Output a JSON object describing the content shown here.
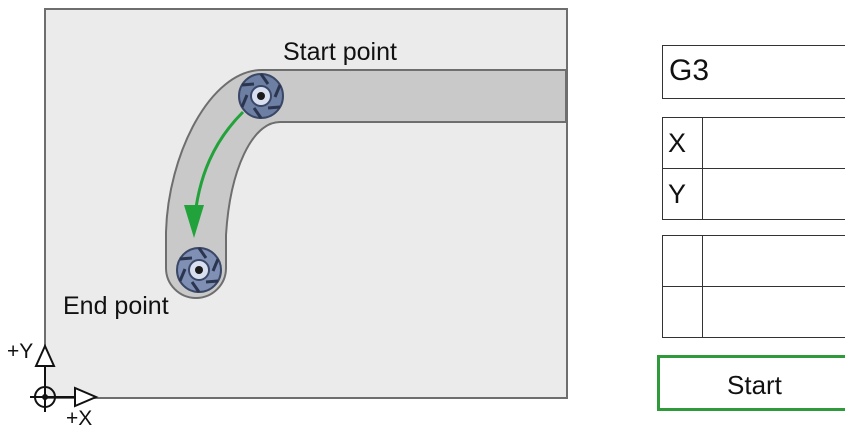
{
  "labels": {
    "start_point": "Start point",
    "end_point": "End point",
    "axis_y": "+Y",
    "axis_x": "+X"
  },
  "panel": {
    "gcode": "G3",
    "rows_xy": [
      {
        "axis": "X",
        "value": ""
      },
      {
        "axis": "Y",
        "value": ""
      }
    ],
    "rows_extra": [
      {
        "axis": "",
        "value": ""
      },
      {
        "axis": "",
        "value": ""
      }
    ],
    "start_button": "Start"
  },
  "colors": {
    "workpiece_fill": "#ebebeb",
    "slot_fill": "#c9c9c9",
    "path_arrow": "#22a23a",
    "start_border": "#2e9a3a",
    "tool_fill": "#6d7fa3"
  },
  "icons": [
    "cutter-tool-icon",
    "coordinate-origin-icon",
    "arrow-up-icon",
    "arrow-right-icon"
  ]
}
